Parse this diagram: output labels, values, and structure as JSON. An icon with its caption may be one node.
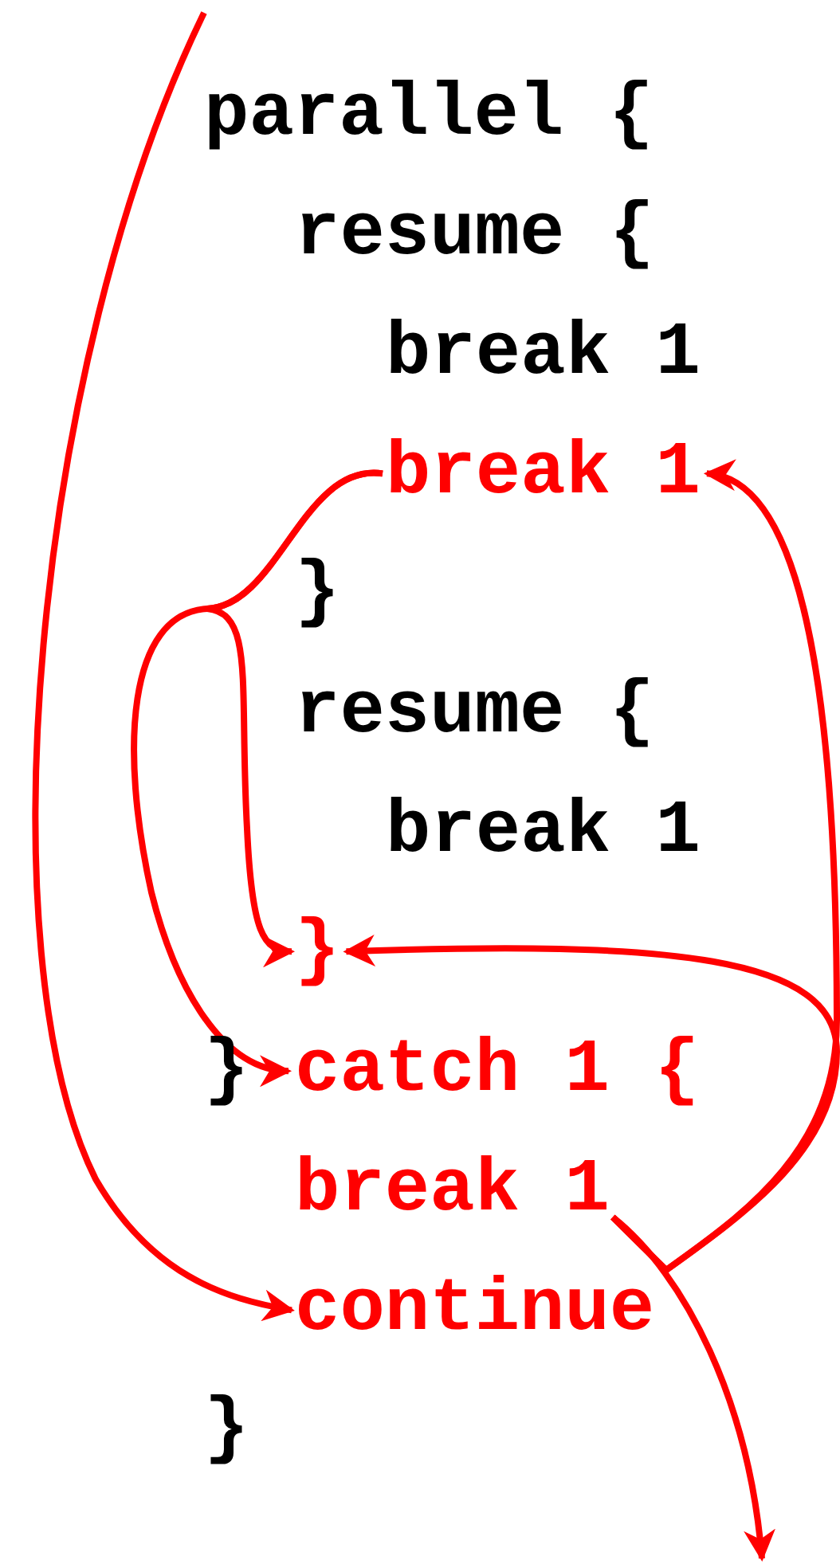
{
  "diagram": {
    "nodes": [
      {
        "text": [
          "parallel {"
        ]
      },
      {
        "text": [
          "resume {"
        ]
      },
      {
        "text": [
          "break 1"
        ]
      },
      {
        "text": [
          "break 1"
        ]
      },
      {
        "text": [
          "}"
        ]
      },
      {
        "text": [
          "resume {"
        ]
      },
      {
        "text": [
          "break 1"
        ]
      },
      {
        "text": [
          "}"
        ]
      },
      {
        "text": [
          "}"
        ]
      },
      {
        "text": [
          "catch 1 {"
        ]
      },
      {
        "text": [
          "break 1"
        ]
      },
      {
        "text": [
          "continue"
        ]
      },
      {
        "text": [
          "}"
        ]
      }
    ],
    "edges": [
      {
        "from": null,
        "to": 11,
        "arrow": "to"
      },
      {
        "from": 3,
        "to": 7,
        "arrow": "to"
      },
      {
        "from": 3,
        "to": 9,
        "arrow": "to"
      },
      {
        "from": 10,
        "to": null,
        "arrow": "to"
      },
      {
        "from": 10,
        "to": 3,
        "arrow": "to"
      },
      {
        "from": 10,
        "to": 7,
        "arrow": "to"
      }
    ]
  }
}
